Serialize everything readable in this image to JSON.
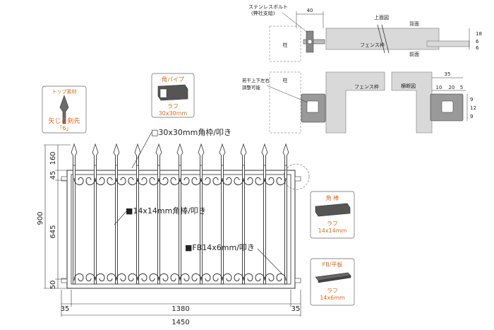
{
  "drawing": {
    "labels": {
      "frame_label": "□30x30mm角枠/叩き",
      "bar_label": "■14x14mm角棒/叩き",
      "fb_label": "■FB14x6mm/叩き"
    },
    "dimensions": {
      "left_160": "160",
      "left_45": "45",
      "left_900": "900",
      "left_645": "645",
      "left_50": "50",
      "bottom_35_left": "35",
      "bottom_1380": "1380",
      "bottom_35_right": "35",
      "bottom_1450": "1450"
    }
  },
  "materials": {
    "top": {
      "title": "トップ素材",
      "name": "矢じり剣先",
      "code": "「6」"
    },
    "square_pipe": {
      "title": "角パイプ",
      "finish": "ラフ",
      "size": "30x30mm"
    },
    "square_bar": {
      "title": "角 棒",
      "finish": "ラフ",
      "size": "14x14mm"
    },
    "flat_bar": {
      "title": "FB/平板",
      "finish": "ラフ",
      "size": "14x6mm"
    }
  },
  "detail": {
    "bolt_label": "ステンレスボルト",
    "bolt_note": "(弊社支給)",
    "dim_40": "40",
    "top_view": "上面図",
    "back_face": "背面",
    "front_face": "前面",
    "post": "柱",
    "fence_frame": "フェンス枠",
    "dim_18": "18",
    "dim_6a": "6",
    "dim_6b": "6",
    "adjust_note_1": "若干上下左右",
    "adjust_note_2": "調整可能",
    "post2": "柱",
    "fence_frame2": "フェンス枠",
    "cross_section": "横断図",
    "dim_35": "35",
    "dim_10": "10",
    "dim_20": "20",
    "dim_5": "5",
    "dim_9a": "9",
    "dim_12": "12",
    "dim_9b": "9"
  }
}
